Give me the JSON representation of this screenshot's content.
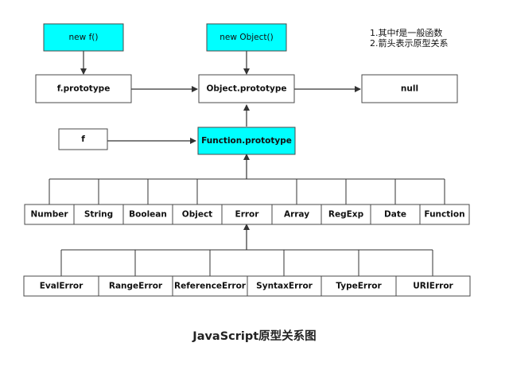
{
  "nodes": {
    "new_f": "new f()",
    "new_object": "new Object()",
    "f_prototype": "f.prototype",
    "object_prototype": "Object.prototype",
    "null": "null",
    "f": "f",
    "function_prototype": "Function.prototype",
    "builtins": [
      "Number",
      "String",
      "Boolean",
      "Object",
      "Error",
      "Array",
      "RegExp",
      "Date",
      "Function"
    ],
    "errors": [
      "EvalError",
      "RangeError",
      "ReferenceError",
      "SyntaxError",
      "TypeError",
      "URIError"
    ]
  },
  "notes": [
    "1.其中f是一般函数",
    "2.箭头表示原型关系"
  ],
  "caption": "JavaScript原型关系图",
  "colors": {
    "highlight": "#00ffff",
    "box": "#ffffff",
    "border": "#4a4a4a",
    "line": "#333333"
  }
}
